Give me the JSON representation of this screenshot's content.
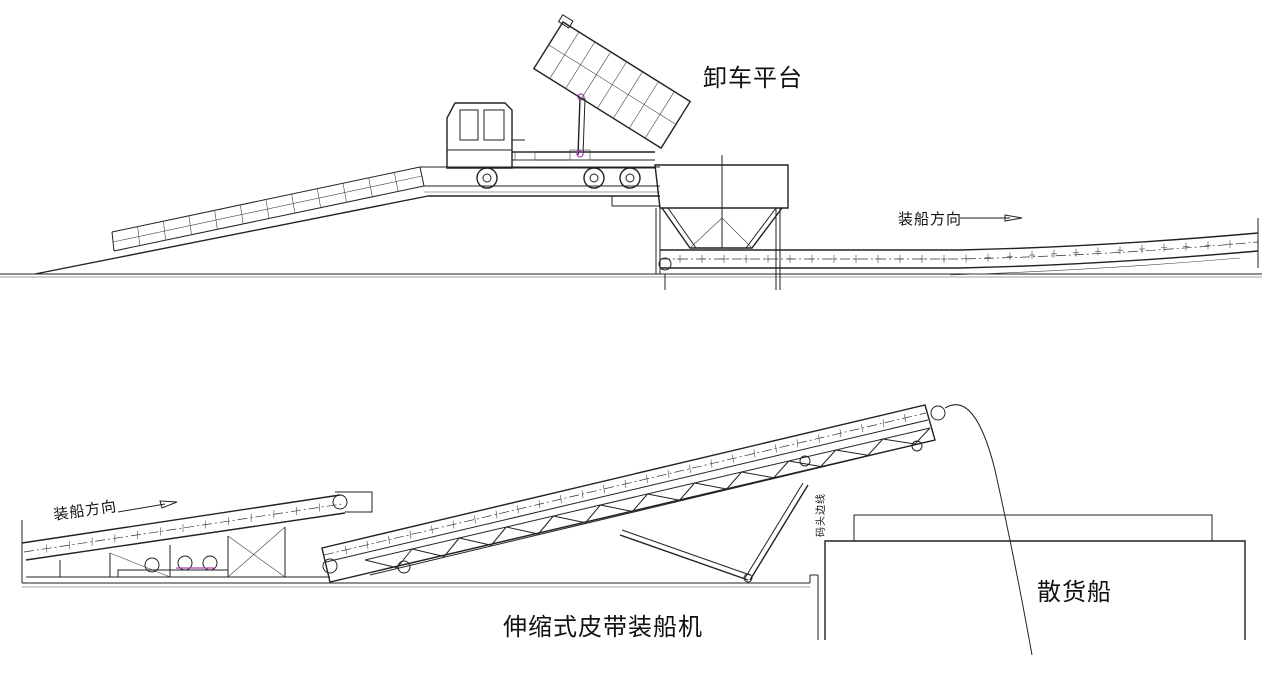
{
  "labels": {
    "unloading_platform": "卸车平台",
    "loading_direction_top": "装船方向",
    "loading_direction_bottom": "装船方向",
    "telescopic_ship_loader": "伸缩式皮带装船机",
    "bulk_ship": "散货船",
    "wharf_edge": "码头边线"
  },
  "colors": {
    "line": "#222222",
    "accent": "#b040b0"
  }
}
